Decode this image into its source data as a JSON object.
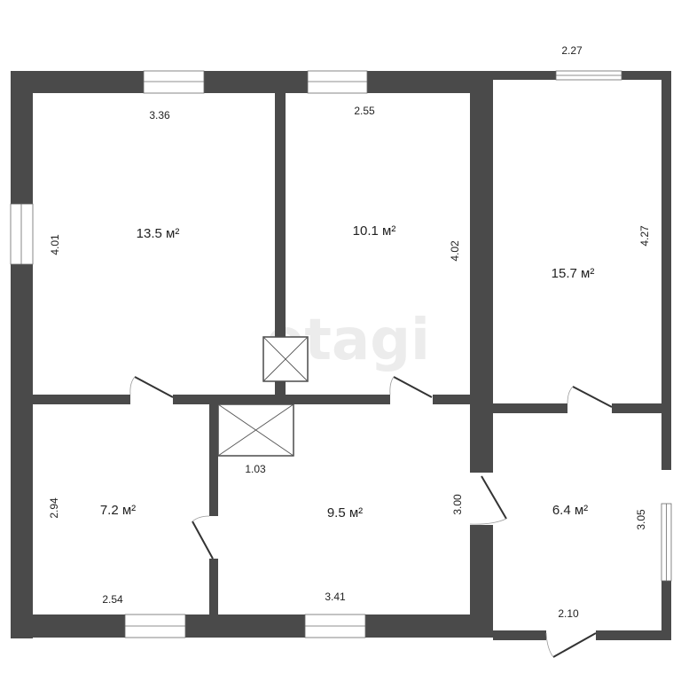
{
  "watermark": "etagi",
  "colors": {
    "wall": "#4a4a4a",
    "background": "#ffffff",
    "text": "#222222"
  },
  "rooms": [
    {
      "id": "room-top-left",
      "area": "13.5 м²",
      "width_label": "3.36",
      "height_label": "4.01"
    },
    {
      "id": "room-top-middle",
      "area": "10.1 м²",
      "width_label": "2.55",
      "height_label": "4.02"
    },
    {
      "id": "room-top-right",
      "area": "15.7 м²",
      "width_label": "2.27",
      "height_label": "4.27"
    },
    {
      "id": "room-bottom-left",
      "area": "7.2 м²",
      "width_label": "2.54",
      "height_label": "2.94"
    },
    {
      "id": "room-bottom-middle",
      "area": "9.5 м²",
      "width_label": "3.41",
      "height_label": "3.00",
      "shaft_label": "1.03"
    },
    {
      "id": "room-bottom-right",
      "area": "6.4 м²",
      "width_label": "2.10",
      "height_label": "3.05"
    }
  ]
}
